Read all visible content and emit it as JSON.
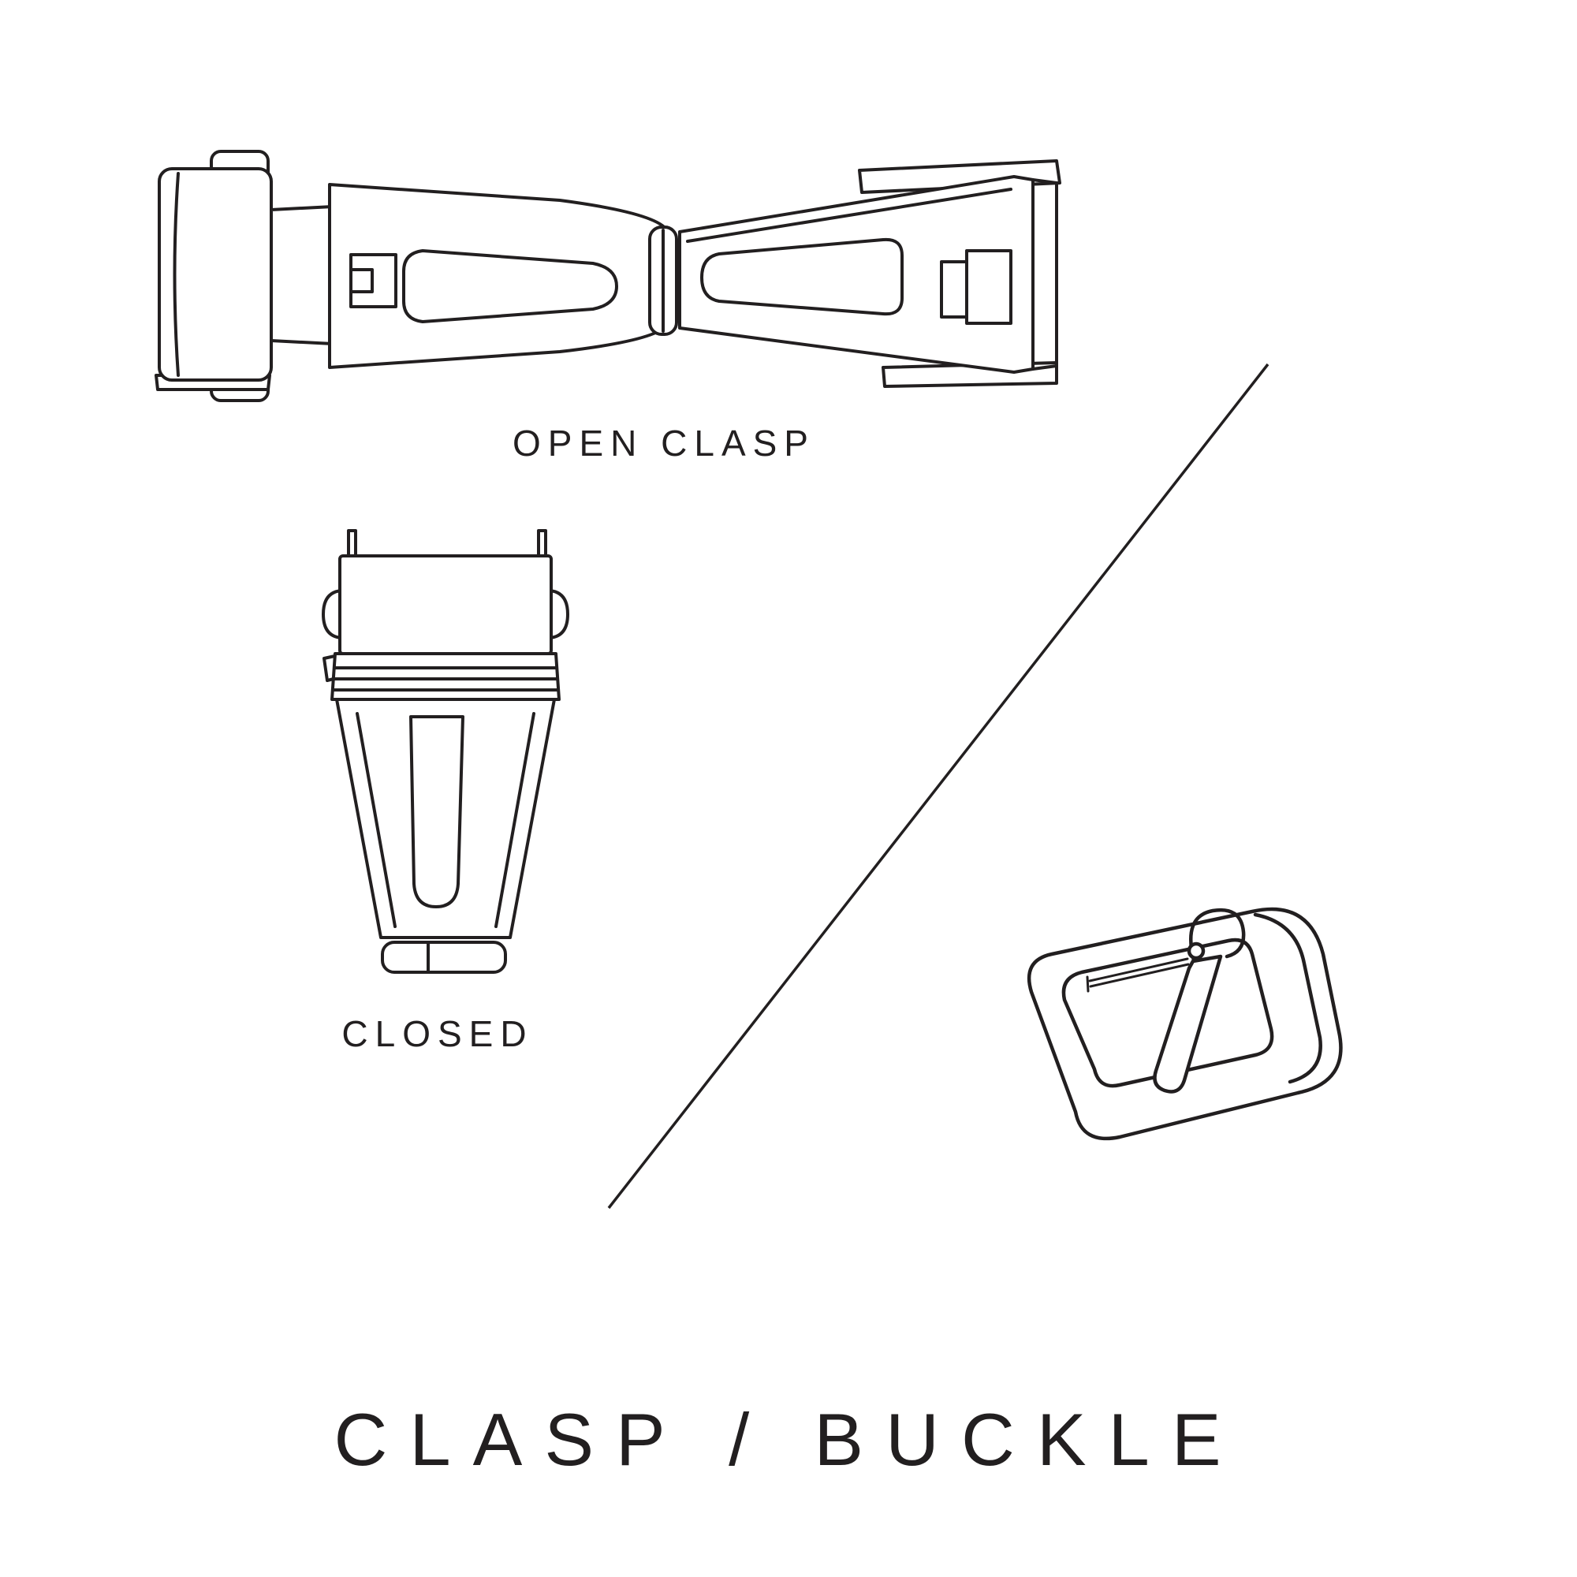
{
  "page": {
    "background_color": "#ffffff",
    "line_color": "#221f20",
    "text_color": "#221f20"
  },
  "diagram": {
    "title": "CLASP / BUCKLE",
    "open_clasp": {
      "label": "OPEN CLASP"
    },
    "closed_clasp": {
      "label": "CLOSED"
    },
    "illustrations": [
      {
        "id": "open-clasp",
        "label": "OPEN CLASP"
      },
      {
        "id": "closed-clasp",
        "label": "CLOSED"
      },
      {
        "id": "buckle",
        "label": ""
      }
    ]
  }
}
